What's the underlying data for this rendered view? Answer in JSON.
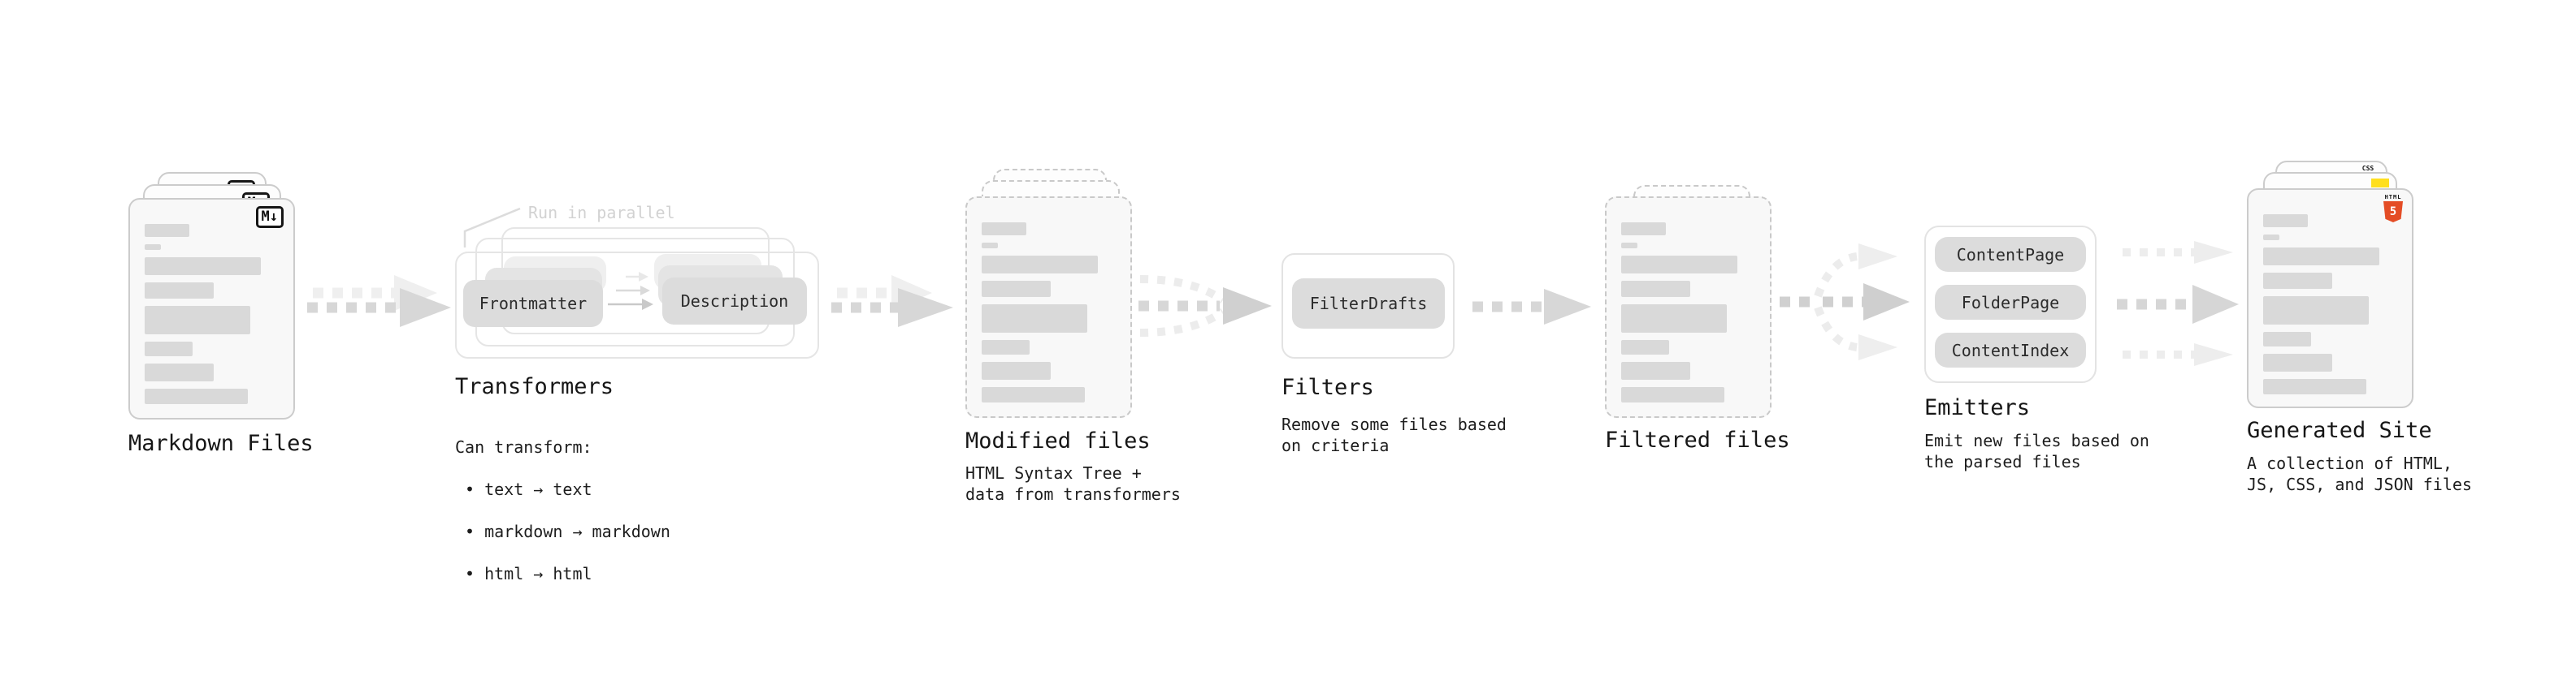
{
  "stages": {
    "markdown": {
      "caption": "Markdown Files"
    },
    "transformers": {
      "caption": "Transformers",
      "note": "Run in parallel",
      "pill_a": "Frontmatter",
      "pill_b": "Description",
      "desc_title": "Can transform:",
      "bullets": [
        "• text → text",
        "• markdown → markdown",
        "• html → html"
      ]
    },
    "modified": {
      "caption": "Modified files",
      "desc": "HTML Syntax Tree +\ndata from transformers"
    },
    "filters": {
      "caption": "Filters",
      "pill": "FilterDrafts",
      "desc": "Remove some files based\non criteria"
    },
    "filtered": {
      "caption": "Filtered files"
    },
    "emitters": {
      "caption": "Emitters",
      "pills": [
        "ContentPage",
        "FolderPage",
        "ContentIndex"
      ],
      "desc": "Emit new files based on\nthe parsed files"
    },
    "generated": {
      "caption": "Generated Site",
      "desc": "A collection of HTML,\nJS, CSS, and JSON files"
    }
  },
  "badges": {
    "markdown": "M↓",
    "html_label": "HTML",
    "html_number": "5",
    "css_label": "CSS"
  },
  "colors": {
    "html5_orange": "#e44d26",
    "js_yellow": "#ffdf1e",
    "css_blue": "#2f6bff"
  }
}
